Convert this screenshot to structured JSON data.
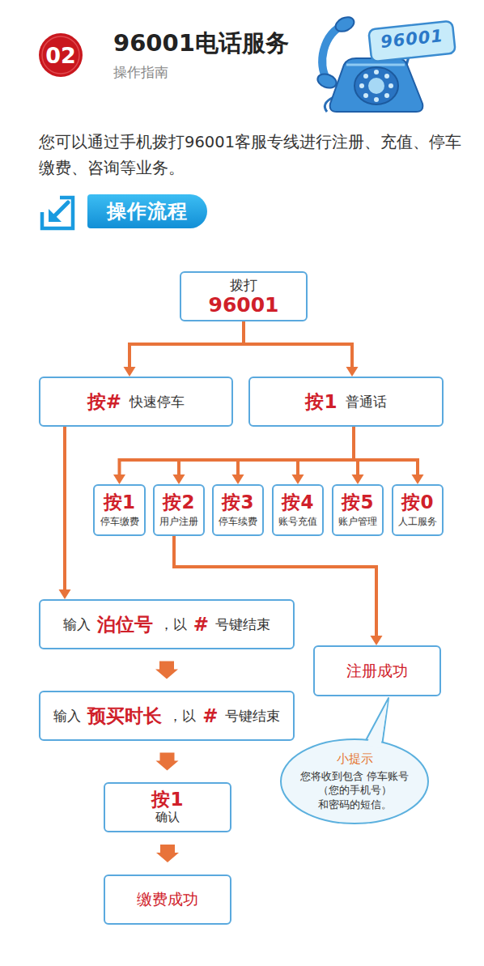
{
  "diagram": {
    "title": "96001电话服务",
    "nodes": [
      {
        "text": [
          "02"
        ]
      },
      {
        "text": [
          "操作流程"
        ]
      },
      {
        "text": [
          "拨打",
          "96001"
        ]
      },
      {
        "text": [
          "按#",
          "快速停车"
        ]
      },
      {
        "text": [
          "按1",
          "普通话"
        ]
      },
      {
        "text": [
          "按1",
          "停车缴费"
        ]
      },
      {
        "text": [
          "按2",
          "用户注册"
        ]
      },
      {
        "text": [
          "按3",
          "停车续费"
        ]
      },
      {
        "text": [
          "按4",
          "账号充值"
        ]
      },
      {
        "text": [
          "按5",
          "账户管理"
        ]
      },
      {
        "text": [
          "按0",
          "人工服务"
        ]
      },
      {
        "text": [
          "输入",
          "泊位号",
          "，以",
          "#",
          "号键结束"
        ]
      },
      {
        "text": [
          "注册成功"
        ]
      },
      {
        "text": [
          "输入",
          "预买时长",
          "，以",
          "#",
          "号键结束"
        ]
      },
      {
        "text": [
          "按1",
          "确认"
        ]
      },
      {
        "text": [
          "缴费成功"
        ]
      },
      {
        "text": [
          "小提示",
          "您将收到包含 停车账号（您的手机号） 和密码的短信。"
        ]
      }
    ],
    "edges": [
      {
        "from": 2,
        "to": 3,
        "arrow": "to"
      },
      {
        "from": 2,
        "to": 4,
        "arrow": "to"
      },
      {
        "from": 4,
        "to": 5,
        "arrow": "to"
      },
      {
        "from": 4,
        "to": 6,
        "arrow": "to"
      },
      {
        "from": 4,
        "to": 7,
        "arrow": "to"
      },
      {
        "from": 4,
        "to": 8,
        "arrow": "to"
      },
      {
        "from": 4,
        "to": 9,
        "arrow": "to"
      },
      {
        "from": 4,
        "to": 10,
        "arrow": "to"
      },
      {
        "from": 3,
        "to": 11,
        "arrow": "to"
      },
      {
        "from": 6,
        "to": 12,
        "arrow": "to"
      },
      {
        "from": 11,
        "to": 13,
        "arrow": "to"
      },
      {
        "from": 13,
        "to": 14,
        "arrow": "to"
      },
      {
        "from": 14,
        "to": 15,
        "arrow": "to"
      }
    ],
    "labels": [
      "操作指南",
      "您可以通过手机拨打96001客服专线进行注册、充值、停车缴费、咨询等业务。",
      "96001"
    ]
  }
}
